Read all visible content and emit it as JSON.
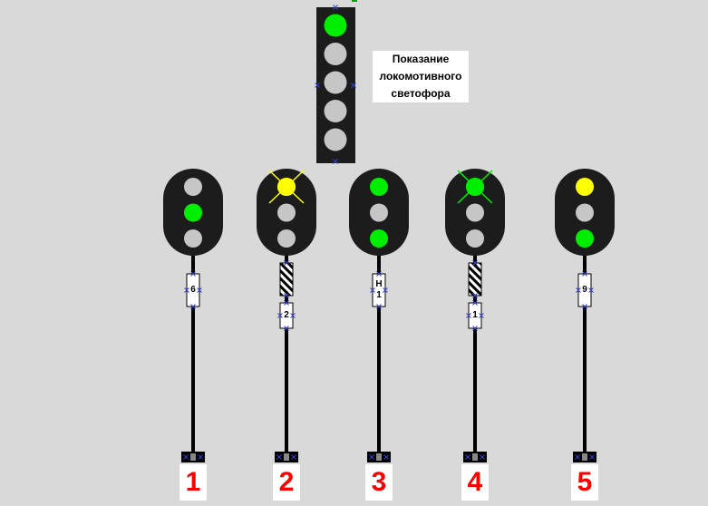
{
  "colors": {
    "background": "#d9d9d9",
    "signal_body": "#1c1c1c",
    "green": "#00ee00",
    "yellow": "#ffff00",
    "off": "#c6c6c6",
    "number": "#ff0000"
  },
  "locomotive_signal": {
    "caption": "Показание локомотивного светофора",
    "lamps": [
      "green",
      "off",
      "off",
      "off",
      "off"
    ]
  },
  "signals": [
    {
      "number": "1",
      "lamps": [
        "off",
        "green",
        "off"
      ],
      "flash": "none",
      "plates": [
        {
          "kind": "text",
          "text": "6"
        }
      ]
    },
    {
      "number": "2",
      "lamps": [
        "yellow",
        "off",
        "off"
      ],
      "flash": "yellow",
      "plates": [
        {
          "kind": "striped"
        },
        {
          "kind": "text",
          "text": "2"
        }
      ]
    },
    {
      "number": "3",
      "lamps": [
        "green",
        "off",
        "green"
      ],
      "flash": "none",
      "plates": [
        {
          "kind": "text",
          "text": "Н\n1"
        }
      ]
    },
    {
      "number": "4",
      "lamps": [
        "green",
        "off",
        "off"
      ],
      "flash": "green",
      "plates": [
        {
          "kind": "striped"
        },
        {
          "kind": "text",
          "text": "1"
        }
      ]
    },
    {
      "number": "5",
      "lamps": [
        "yellow",
        "off",
        "green"
      ],
      "flash": "none",
      "plates": [
        {
          "kind": "text",
          "text": "9"
        }
      ]
    }
  ]
}
